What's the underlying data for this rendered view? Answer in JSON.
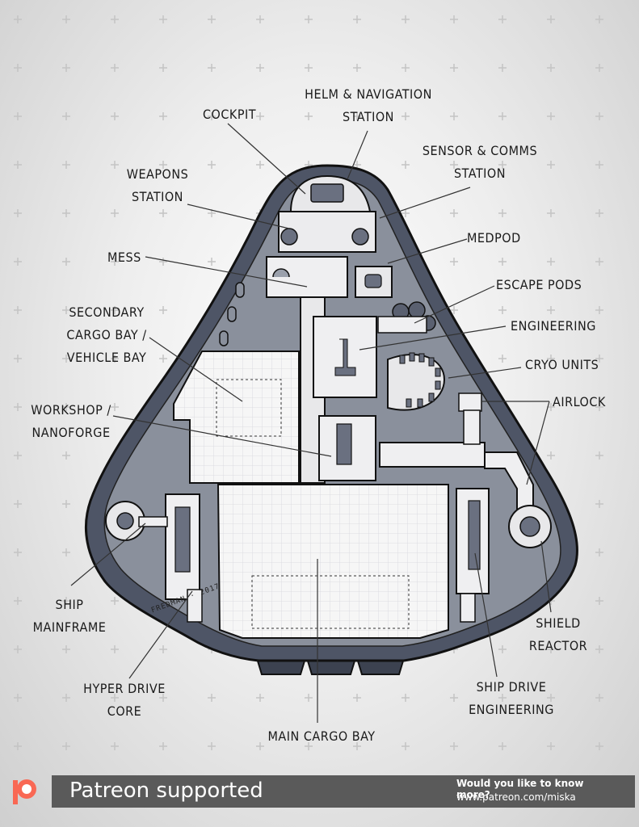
{
  "labels": {
    "helm_navigation": [
      "HELM & NAVIGATION",
      "STATION"
    ],
    "cockpit": [
      "COCKPIT"
    ],
    "sensor_comms": [
      "SENSOR & COMMS",
      "STATION"
    ],
    "weapons": [
      "WEAPONS",
      "STATION"
    ],
    "medpod": [
      "MEDPOD"
    ],
    "mess": [
      "MESS"
    ],
    "escape_pods": [
      "ESCAPE PODS"
    ],
    "secondary_cargo": [
      "SECONDARY",
      "CARGO BAY /",
      "VEHICLE BAY"
    ],
    "engineering": [
      "ENGINEERING"
    ],
    "cryo_units": [
      "CRYO UNITS"
    ],
    "airlock": [
      "AIRLOCK"
    ],
    "workshop": [
      "WORKSHOP /",
      "NANOFORGE"
    ],
    "ship_mainframe": [
      "SHIP",
      "MAINFRAME"
    ],
    "shield_reactor": [
      "SHIELD",
      "REACTOR"
    ],
    "hyper_drive": [
      "HYPER DRIVE",
      "CORE"
    ],
    "ship_drive": [
      "SHIP DRIVE",
      "ENGINEERING"
    ],
    "main_cargo": [
      "MAIN CARGO BAY"
    ]
  },
  "signature": "FREDMAN · 2017",
  "footer": {
    "title": "Patreon supported",
    "question": "Would you like to know more?",
    "url": "www.patreon.com/miska"
  },
  "colors": {
    "hull_dark": "#4a5060",
    "hull_mid": "#8a909c",
    "floor": "#f4f4f4",
    "footer_bg": "#5a5a5a",
    "patreon": "#f96854"
  }
}
